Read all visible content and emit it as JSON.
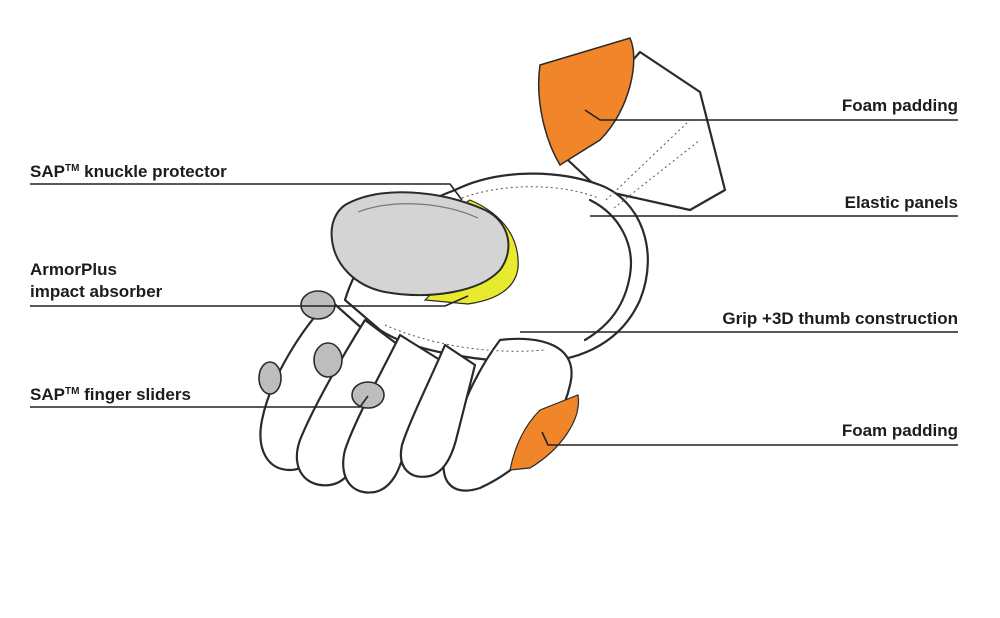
{
  "labels": {
    "knuckle": {
      "main": "SAP",
      "tm": "TM",
      "rest": " knuckle protector"
    },
    "armor": {
      "line1": "ArmorPlus",
      "line2": "impact absorber"
    },
    "finger": {
      "main": "SAP",
      "tm": "TM",
      "rest": " finger sliders"
    },
    "foam_top": "Foam padding",
    "elastic": "Elastic panels",
    "grip": "Grip +3D thumb construction",
    "foam_bottom": "Foam padding"
  },
  "colors": {
    "foam": "#f0852a",
    "armor": "#e8ea30",
    "knuckle": "#d4d4d4",
    "line": "#222222"
  }
}
